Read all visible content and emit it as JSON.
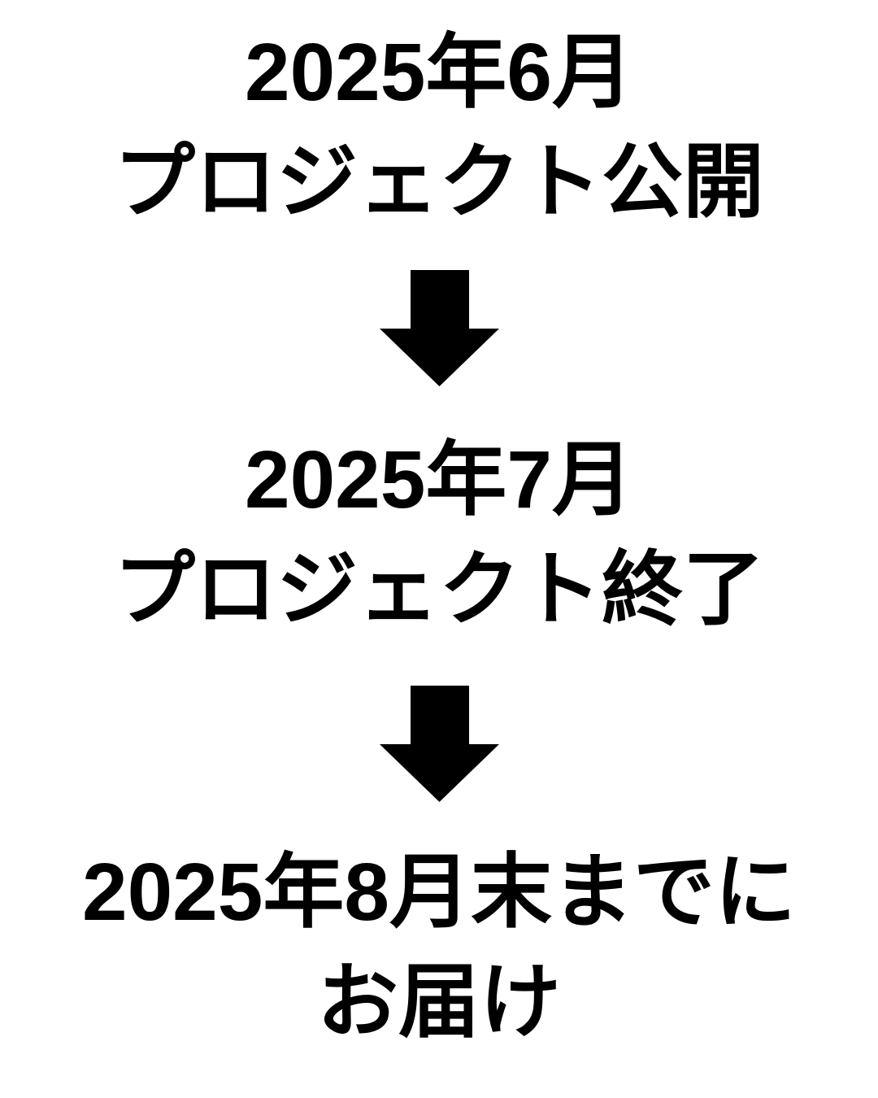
{
  "page": {
    "background_color": "#ffffff",
    "text_color": "#000000"
  },
  "timeline": {
    "steps": [
      {
        "date": "2025年6月",
        "label": "プロジェクト公開"
      },
      {
        "date": "2025年7月",
        "label": "プロジェクト終了"
      },
      {
        "date": "2025年8月末までに",
        "label": "お届け"
      }
    ],
    "connector": {
      "icon": "down-arrow-icon",
      "glyph": "⬇",
      "color": "#000000"
    }
  }
}
